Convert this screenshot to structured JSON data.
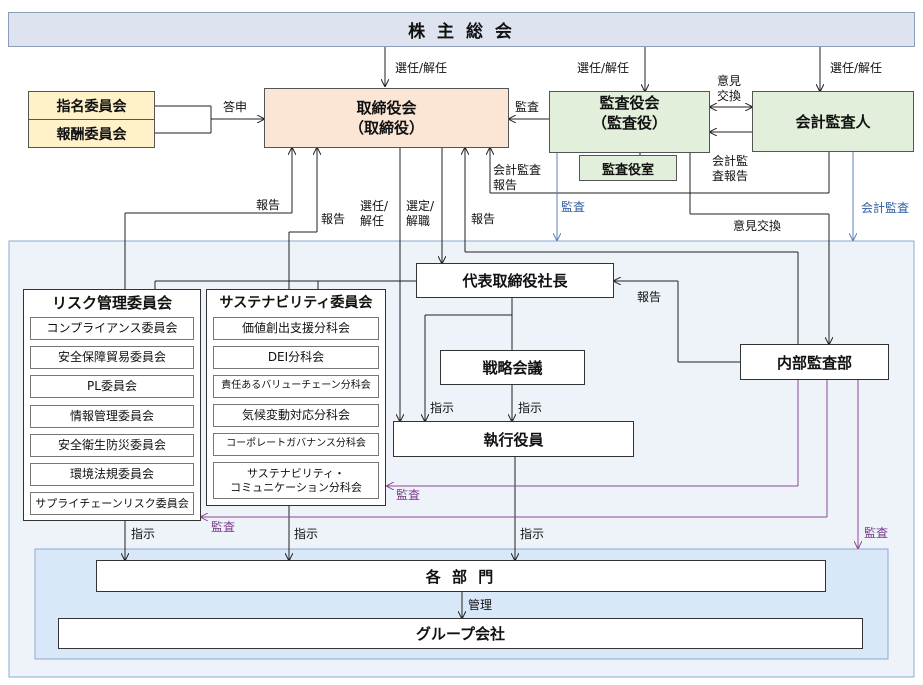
{
  "shareholders": "株 主 総 会",
  "board": {
    "line1": "取締役会",
    "line2": "（取締役）"
  },
  "audit_board": {
    "line1": "監査役会",
    "line2": "（監査役）"
  },
  "audit_office": "監査役室",
  "accounting_auditor": "会計監査人",
  "nomination_committee": "指名委員会",
  "compensation_committee": "報酬委員会",
  "president": "代表取締役社長",
  "strategy_meeting": "戦略会議",
  "executive_officers": "執行役員",
  "internal_audit": "内部監査部",
  "departments": "各 部 門",
  "group_companies": "グループ会社",
  "risk_committee": {
    "title": "リスク管理委員会",
    "items": [
      "コンプライアンス委員会",
      "安全保障貿易委員会",
      "PL委員会",
      "情報管理委員会",
      "安全衛生防災委員会",
      "環境法規委員会",
      "サプライチェーンリスク委員会"
    ]
  },
  "sustainability_committee": {
    "title": "サステナビリティ委員会",
    "items": [
      "価値創出支援分科会",
      "DEI分科会",
      "責任あるバリューチェーン分科会",
      "気候変動対応分科会",
      "コーポレートガバナンス分科会",
      "サステナビリティ・\nコミュニケーション分科会"
    ]
  },
  "labels": {
    "appoint_dismiss": "選任/解任",
    "appoint_dismiss_2": "選任/解任",
    "appoint_dismiss_3": "選任/解任",
    "opinion_exchange_1": "意見\n交換",
    "report_advice": "答申",
    "audit_1": "監査",
    "accounting_audit_report_1": "会計監査\n報告",
    "accounting_audit_report_2": "会計監\n査報告",
    "report_1": "報告",
    "report_2": "報告",
    "appoint_dismiss_v": "選任/\n解任",
    "select_dismiss_v": "選定/\n解職",
    "report_3": "報告",
    "audit_blue": "監査",
    "accounting_audit_blue": "会計監査",
    "opinion_exchange_2": "意見交換",
    "report_4": "報告",
    "instruct_1": "指示",
    "instruct_2": "指示",
    "audit_purple_1": "監査",
    "audit_purple_2": "監査",
    "audit_purple_3": "監査",
    "instruct_3": "指示",
    "instruct_4": "指示",
    "instruct_5": "指示",
    "manage": "管理"
  },
  "colors": {
    "shareholders_bg": "#dde4ef",
    "board_bg": "#fbe6d6",
    "audit_bg": "#e2efda",
    "committee_bg": "#fff1c8",
    "internal_area_bg": "#eef3fa",
    "dept_area_bg": "#d9e8f8",
    "blue_line": "#5b80b8",
    "purple_line": "#8a4a96"
  }
}
